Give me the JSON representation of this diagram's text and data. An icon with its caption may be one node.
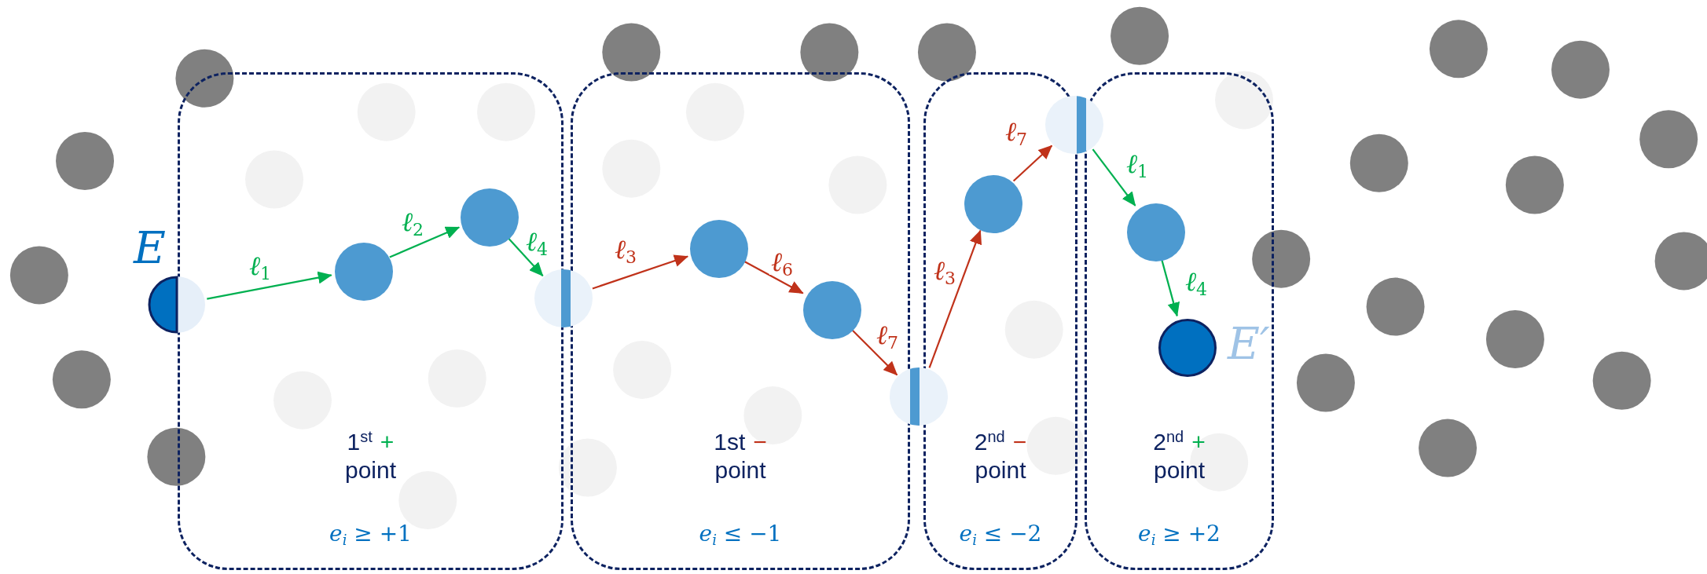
{
  "diagram": {
    "nodes": [
      {
        "text": [],
        "shape": "circle",
        "beside": [
          "E"
        ]
      },
      {
        "text": [
          "1$^{st}$",
          "+",
          "point",
          "*e*$_{i}$ ≥ +1"
        ]
      },
      {
        "text": [],
        "shape": "circle",
        "in": 1
      },
      {
        "text": [],
        "shape": "circle",
        "in": 1
      },
      {
        "text": [],
        "shape": "circle"
      },
      {
        "text": [
          "1st",
          "−",
          "point",
          "*e*$_{i}$ ≤ −1"
        ]
      },
      {
        "text": [],
        "shape": "circle",
        "in": 5
      },
      {
        "text": [],
        "shape": "circle",
        "in": 5
      },
      {
        "text": [],
        "shape": "circle"
      },
      {
        "text": [
          "2$^{nd}$",
          "−",
          "point",
          "*e*$_{i}$ ≤ −2"
        ]
      },
      {
        "text": [],
        "shape": "circle",
        "in": 9
      },
      {
        "text": [],
        "shape": "circle"
      },
      {
        "text": [
          "2$^{nd}$",
          "+",
          "point",
          "*e*$_{i}$ ≥ +2"
        ]
      },
      {
        "text": [],
        "shape": "circle",
        "in": 12
      },
      {
        "text": [],
        "shape": "circle",
        "in": 12,
        "beside": [
          "E′"
        ]
      }
    ],
    "edges": [
      {
        "from": 0,
        "to": 2,
        "arrow": "to",
        "label": "ℓ$_{1}$",
        "color": "#00b050"
      },
      {
        "from": 2,
        "to": 3,
        "arrow": "to",
        "label": "ℓ$_{2}$",
        "color": "#00b050"
      },
      {
        "from": 3,
        "to": 4,
        "arrow": "to",
        "label": "ℓ$_{4}$",
        "color": "#00b050"
      },
      {
        "from": 4,
        "to": 6,
        "arrow": "to",
        "label": "ℓ$_{3}$",
        "color": "#c0321a"
      },
      {
        "from": 6,
        "to": 7,
        "arrow": "to",
        "label": "ℓ$_{6}$",
        "color": "#c0321a"
      },
      {
        "from": 7,
        "to": 8,
        "arrow": "to",
        "label": "ℓ$_{7}$",
        "color": "#c0321a"
      },
      {
        "from": 8,
        "to": 10,
        "arrow": "to",
        "label": "ℓ$_{3}$",
        "color": "#c0321a"
      },
      {
        "from": 10,
        "to": 11,
        "arrow": "to",
        "label": "ℓ$_{7}$",
        "color": "#c0321a"
      },
      {
        "from": 11,
        "to": 13,
        "arrow": "to",
        "label": "ℓ$_{1}$",
        "color": "#00b050"
      },
      {
        "from": 13,
        "to": 14,
        "arrow": "to",
        "label": "ℓ$_{4}$",
        "color": "#00b050"
      }
    ]
  }
}
